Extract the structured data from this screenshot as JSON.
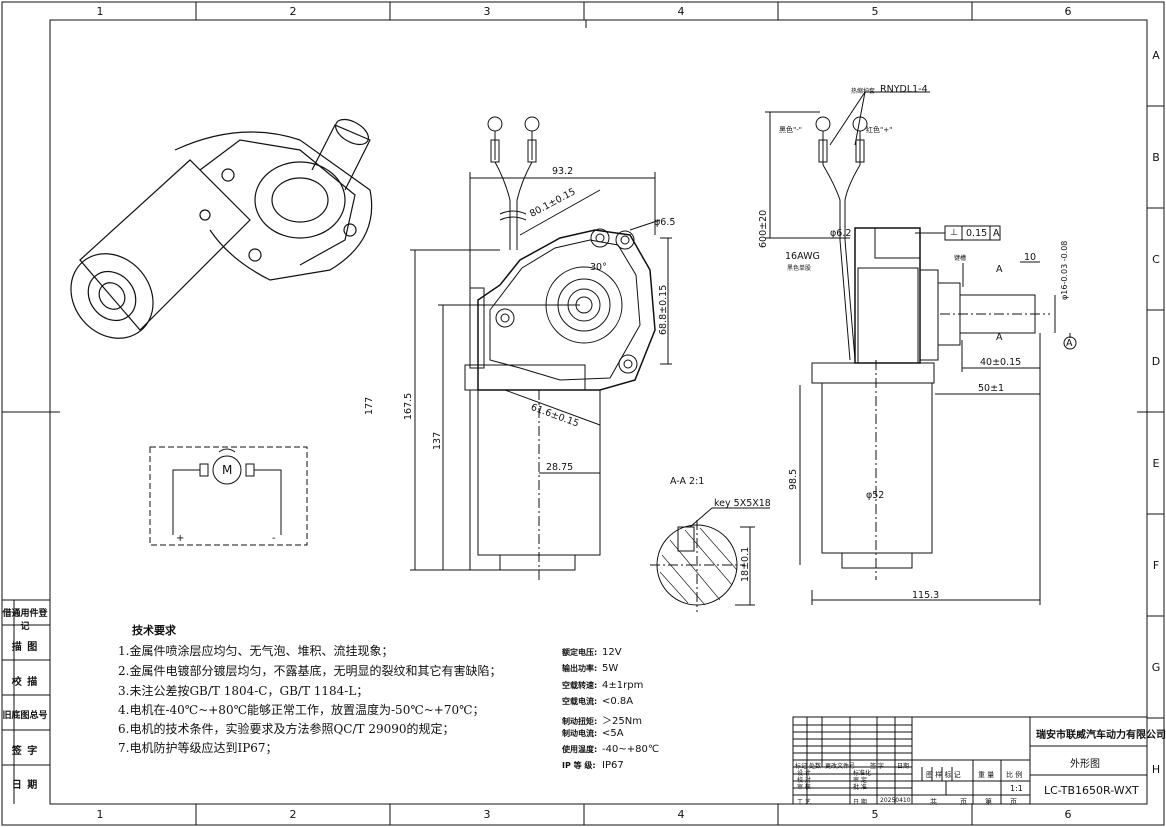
{
  "drawing": {
    "column_labels": [
      "1",
      "2",
      "3",
      "4",
      "5",
      "6"
    ],
    "row_labels": [
      "A",
      "B",
      "C",
      "D",
      "E",
      "F",
      "G",
      "H"
    ],
    "side_labels": [
      "借通用件登记",
      "描 图",
      "校 描",
      "旧底图总号",
      "签 字",
      "日 期"
    ],
    "motor_symbol": {
      "letter": "M",
      "plus": "+",
      "minus": "-"
    },
    "tech_requirements": {
      "title": "技术要求",
      "items": [
        "1.金属件喷涂层应均匀、无气泡、堆积、流挂现象；",
        "2.金属件电镀部分镀层均匀，不露基底，无明显的裂纹和其它有害缺陷；",
        "3.未注公差按GB/T 1804-C，GB/T 1184-L；",
        "4.电机在-40℃~+80℃能够正常工作，放置温度为-50℃~+70℃；",
        "6.电机的技术条件，实验要求及方法参照QC/T 29090的规定；",
        "7.电机防护等级应达到IP67；"
      ]
    },
    "specs": [
      {
        "label": "额定电压:",
        "value": "12V"
      },
      {
        "label": "输出功率:",
        "value": "5W"
      },
      {
        "label": "空载转速:",
        "value": "4±1rpm"
      },
      {
        "label": "空载电流:",
        "value": "<0.8A"
      },
      {
        "label": "制动扭矩:",
        "value": "＞25Nm"
      },
      {
        "label": "制动电流:",
        "value": "<5A"
      },
      {
        "label": "使用温度:",
        "value": "-40~+80℃"
      },
      {
        "label": "IP 等 级:",
        "value": "IP67"
      }
    ],
    "front_view_dims": {
      "d1": "93.2",
      "d2": "80.1±0.15",
      "d3": "φ6.5",
      "d4": "30°",
      "d5": "68.8±0.15",
      "d6": "61.6±0.15",
      "d7": "28.75",
      "d8": "177",
      "d9": "167.5",
      "d10": "137"
    },
    "side_view_dims": {
      "wire_label": "RNYDL1-4",
      "wire_minus": "黑色\"-\"",
      "wire_plus": "红色\"+\"",
      "heat_shrink": "热缩护套",
      "len": "600±20",
      "dia": "φ6.2",
      "awg": "16AWG",
      "awg_sub": "黑色单股",
      "flatness": "0.15",
      "datum": "A",
      "cut": "A",
      "shaft_len": "10",
      "shaft_dia": "φ16-0.03 -0.08",
      "d40": "40±0.15",
      "d50": "50±1",
      "d98": "98.5",
      "d52": "φ52",
      "d115": "115.3",
      "key_note": "键槽"
    },
    "section": {
      "title": "A-A 2:1",
      "key": "key 5X5X18",
      "dim": "18±0.1"
    },
    "title_block": {
      "company": "瑞安市联威汽车动力有限公司",
      "part_name": "外形图",
      "drawing_no": "LC-TB1650R-WXT",
      "scale": "1:1",
      "date": "20250410",
      "cells": [
        "标记",
        "处数",
        "更改文件号",
        "签 字",
        "日期",
        "设 计",
        "标准化",
        "校 对",
        "审 定",
        "审 核",
        "批 准",
        "工 艺",
        "日 期",
        "图 样 标 记",
        "重 量",
        "比 例",
        "共",
        "页",
        "第",
        "页"
      ]
    }
  }
}
